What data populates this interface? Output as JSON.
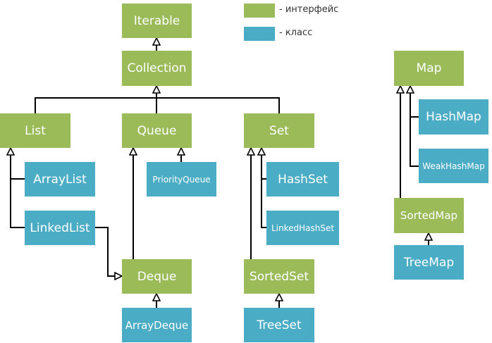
{
  "colors": {
    "interface": "#9bbb59",
    "class": "#4bacc6",
    "line": "#000000"
  },
  "legend": {
    "interface_label": "- интерфейс",
    "class_label": "- класс"
  },
  "nodes": {
    "iterable": "Iterable",
    "collection": "Collection",
    "list": "List",
    "queue": "Queue",
    "set": "Set",
    "arraylist": "ArrayList",
    "linkedlist": "LinkedList",
    "priorityqueue": "PriorityQueue",
    "hashset": "HashSet",
    "linkedhashset": "LinkedHashSet",
    "deque": "Deque",
    "sortedset": "SortedSet",
    "arraydeque": "ArrayDeque",
    "treeset": "TreeSet",
    "map": "Map",
    "hashmap": "HashMap",
    "weakhashmap": "WeakHashMap",
    "sortedmap": "SortedMap",
    "treemap": "TreeMap"
  }
}
